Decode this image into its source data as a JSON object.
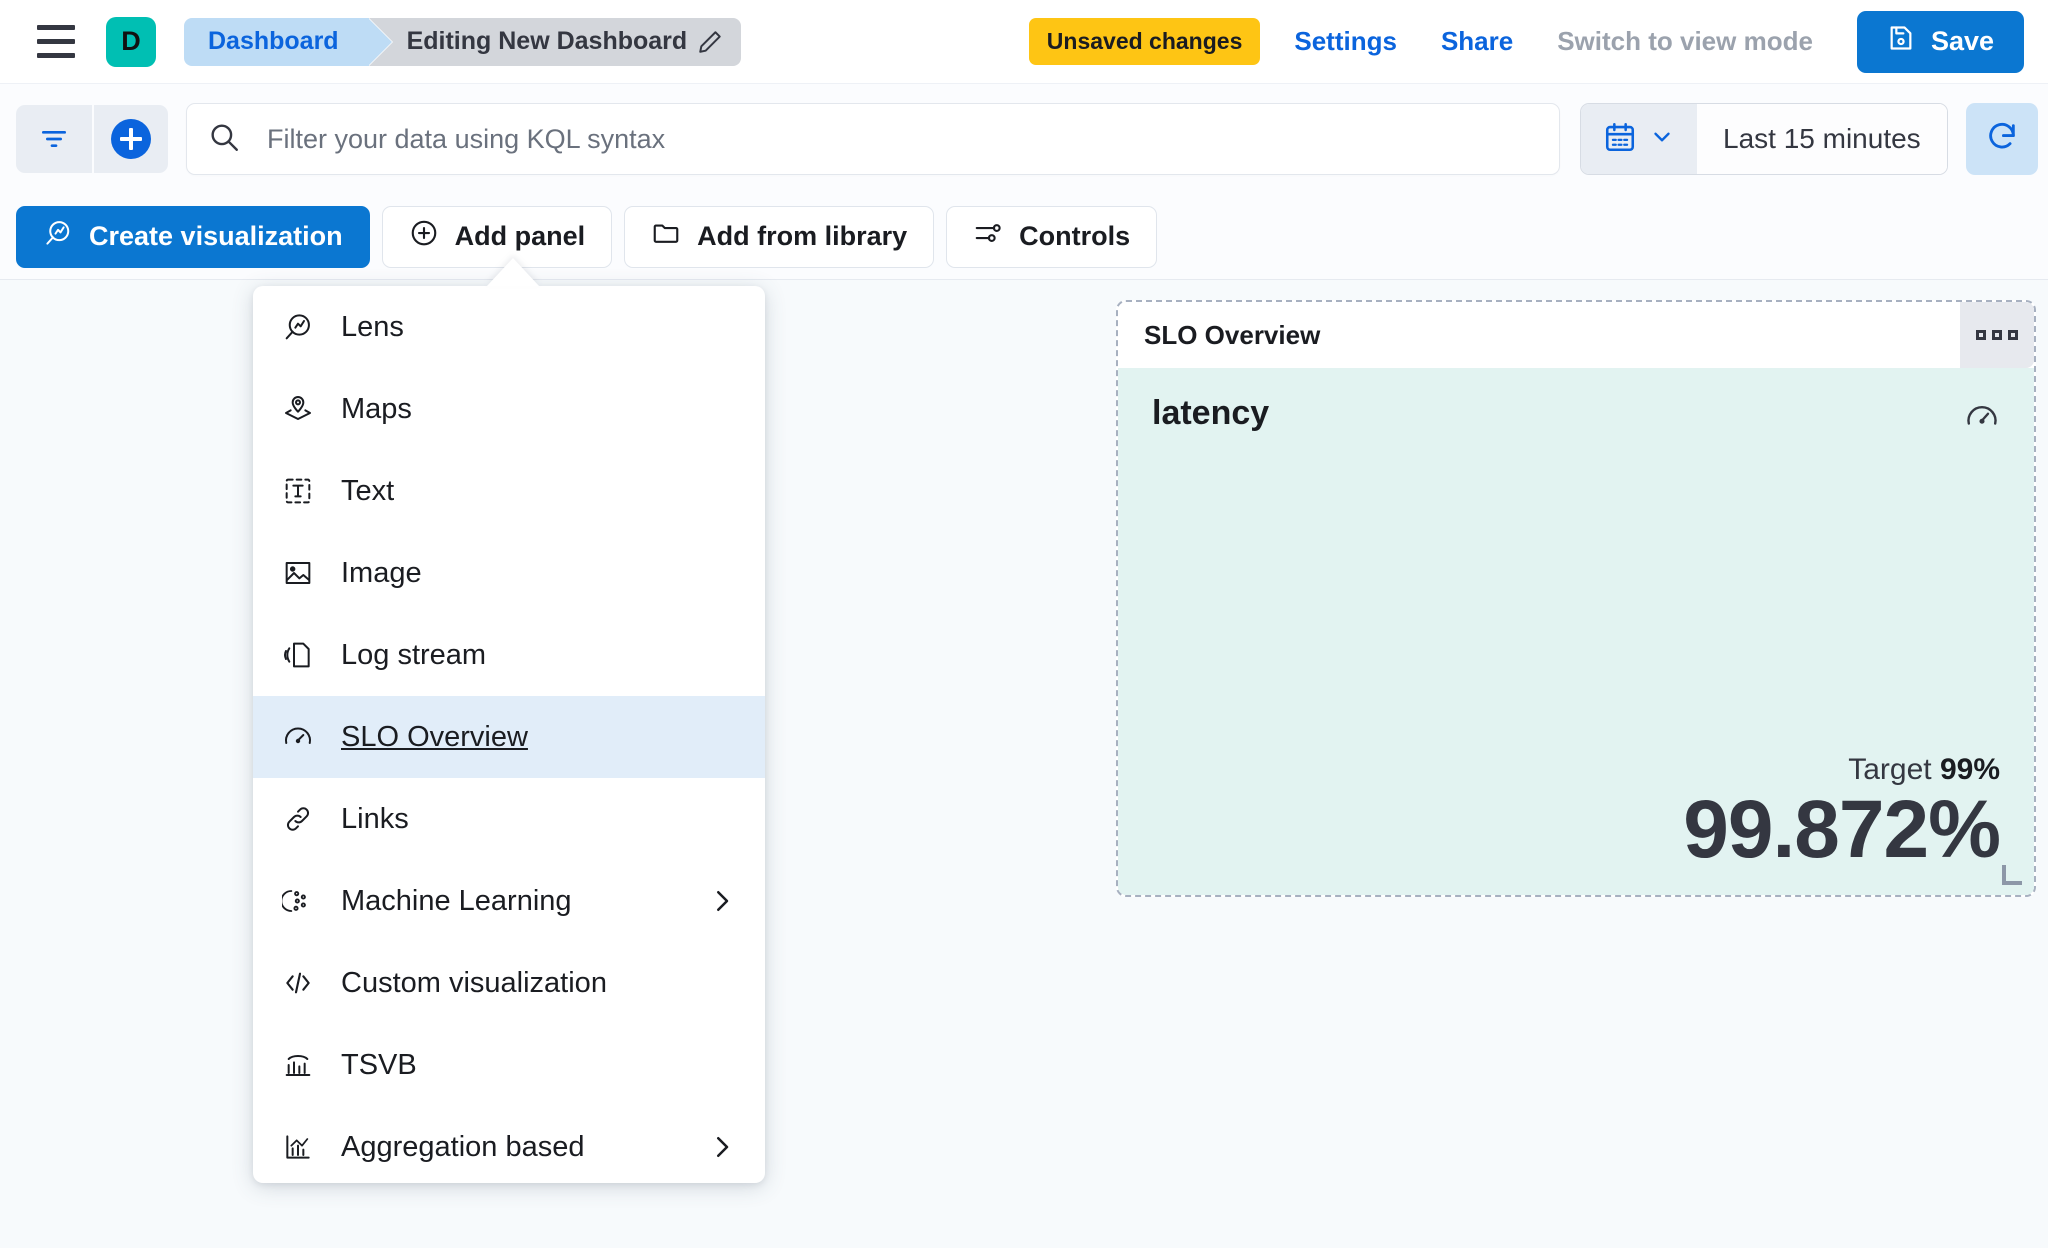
{
  "topbar": {
    "menu_icon": "hamburger-menu-icon",
    "avatar_letter": "D",
    "breadcrumb": {
      "parent": "Dashboard",
      "current": "Editing New Dashboard",
      "edit_icon": "pencil-icon"
    },
    "unsaved_badge": "Unsaved changes",
    "settings_link": "Settings",
    "share_link": "Share",
    "view_mode_link": "Switch to view mode",
    "save_button": "Save",
    "save_icon": "save-disk-icon",
    "accent_blue": "#0B77D1",
    "badge_yellow": "#FEC514",
    "avatar_teal": "#00BFB3"
  },
  "querybar": {
    "filter_icon": "filter-icon",
    "add_filter_icon": "plus-circle-icon",
    "search_icon": "search-icon",
    "search_placeholder": "Filter your data using KQL syntax",
    "search_value": "",
    "calendar_icon": "calendar-icon",
    "calendar_chevron": "chevron-down-icon",
    "time_range": "Last 15 minutes",
    "refresh_icon": "refresh-icon"
  },
  "toolbar": {
    "buttons": [
      {
        "label": "Create visualization",
        "icon": "lens-icon",
        "primary": true
      },
      {
        "label": "Add panel",
        "icon": "plus-circle-outline-icon",
        "primary": false
      },
      {
        "label": "Add from library",
        "icon": "folder-icon",
        "primary": false
      },
      {
        "label": "Controls",
        "icon": "controls-sliders-icon",
        "primary": false
      }
    ]
  },
  "add_panel_menu": {
    "open": true,
    "items": [
      {
        "label": "Lens",
        "icon": "lens-icon",
        "selected": false,
        "submenu": false
      },
      {
        "label": "Maps",
        "icon": "map-marker-layers-icon",
        "selected": false,
        "submenu": false
      },
      {
        "label": "Text",
        "icon": "text-box-icon",
        "selected": false,
        "submenu": false
      },
      {
        "label": "Image",
        "icon": "image-icon",
        "selected": false,
        "submenu": false
      },
      {
        "label": "Log stream",
        "icon": "log-stream-icon",
        "selected": false,
        "submenu": false
      },
      {
        "label": "SLO Overview",
        "icon": "gauge-icon",
        "selected": true,
        "submenu": false
      },
      {
        "label": "Links",
        "icon": "link-chain-icon",
        "selected": false,
        "submenu": false
      },
      {
        "label": "Machine Learning",
        "icon": "machine-learning-icon",
        "selected": false,
        "submenu": true
      },
      {
        "label": "Custom visualization",
        "icon": "code-brackets-icon",
        "selected": false,
        "submenu": false
      },
      {
        "label": "TSVB",
        "icon": "tsvb-bar-chart-icon",
        "selected": false,
        "submenu": false
      },
      {
        "label": "Aggregation based",
        "icon": "aggregation-chart-icon",
        "selected": false,
        "submenu": true
      }
    ],
    "submenu_icon": "chevron-right-icon"
  },
  "slo_panel": {
    "title": "SLO Overview",
    "context_menu_icon": "panel-context-menu-icon",
    "metric_name": "latency",
    "gauge_icon": "gauge-icon",
    "target_label": "Target",
    "target_value": "99%",
    "current_value": "99.872%",
    "body_bg": "#E2F3F1",
    "resize_handle": "resize-handle"
  }
}
